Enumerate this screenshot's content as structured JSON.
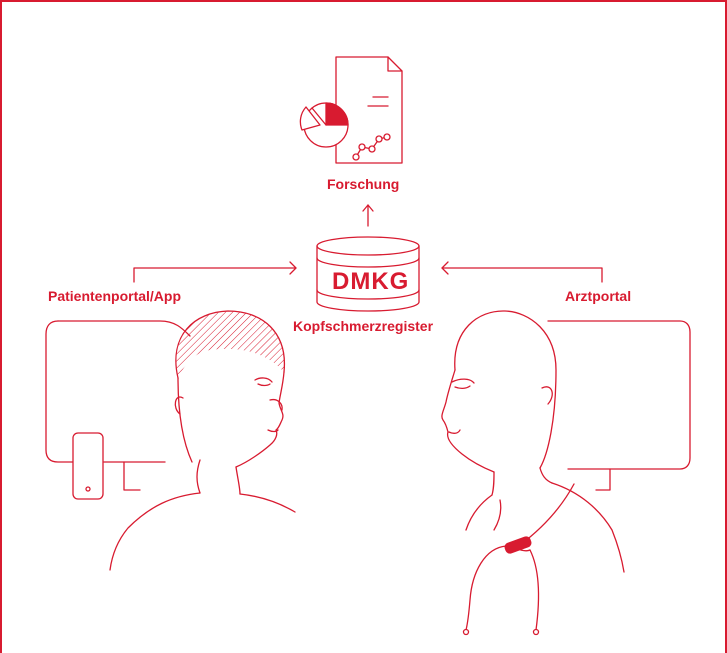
{
  "diagram": {
    "nodes": {
      "research": {
        "label": "Forschung",
        "icon": "report-chart-icon"
      },
      "registry": {
        "label": "Kopfschmerzregister",
        "logo_text": "DMKG",
        "icon": "database-icon"
      },
      "patient": {
        "label": "Patientenportal/App",
        "icons": [
          "monitor-icon",
          "smartphone-icon",
          "patient-head-icon"
        ]
      },
      "doctor": {
        "label": "Arztportal",
        "icons": [
          "monitor-icon",
          "doctor-head-icon",
          "stethoscope-icon"
        ]
      }
    },
    "edges": [
      {
        "from": "patient",
        "to": "registry"
      },
      {
        "from": "doctor",
        "to": "registry"
      },
      {
        "from": "registry",
        "to": "research"
      }
    ]
  },
  "colors": {
    "accent": "#d81b30",
    "background": "#ffffff"
  }
}
